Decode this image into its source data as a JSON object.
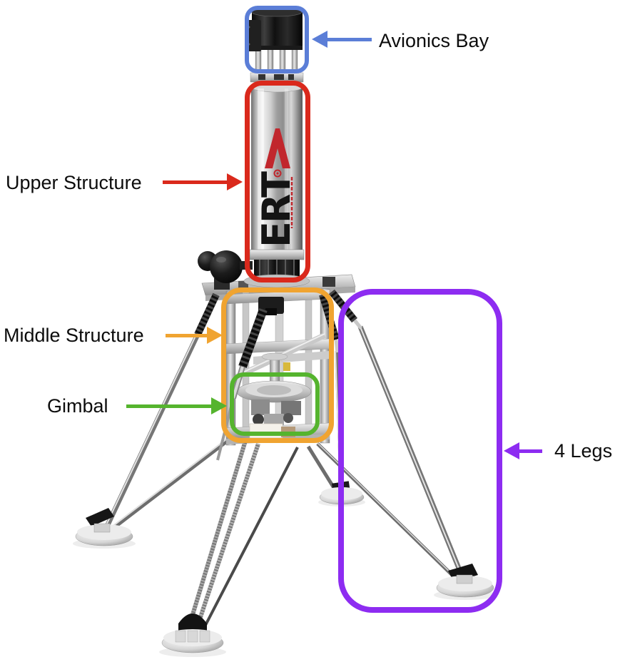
{
  "canvas": {
    "background": "#ffffff",
    "label_color": "#0c0c0c"
  },
  "annotations": [
    {
      "id": "avionics-bay",
      "label": "Avionics Bay",
      "color": "#5b7ed7"
    },
    {
      "id": "upper-structure",
      "label": "Upper Structure",
      "color": "#da291c"
    },
    {
      "id": "middle-structure",
      "label": "Middle Structure",
      "color": "#f0a431"
    },
    {
      "id": "gimbal",
      "label": "Gimbal",
      "color": "#55b42e"
    },
    {
      "id": "four-legs",
      "label": "4 Legs",
      "color": "#8d2cf1"
    }
  ],
  "vehicle": {
    "logo_text": "ERT"
  }
}
